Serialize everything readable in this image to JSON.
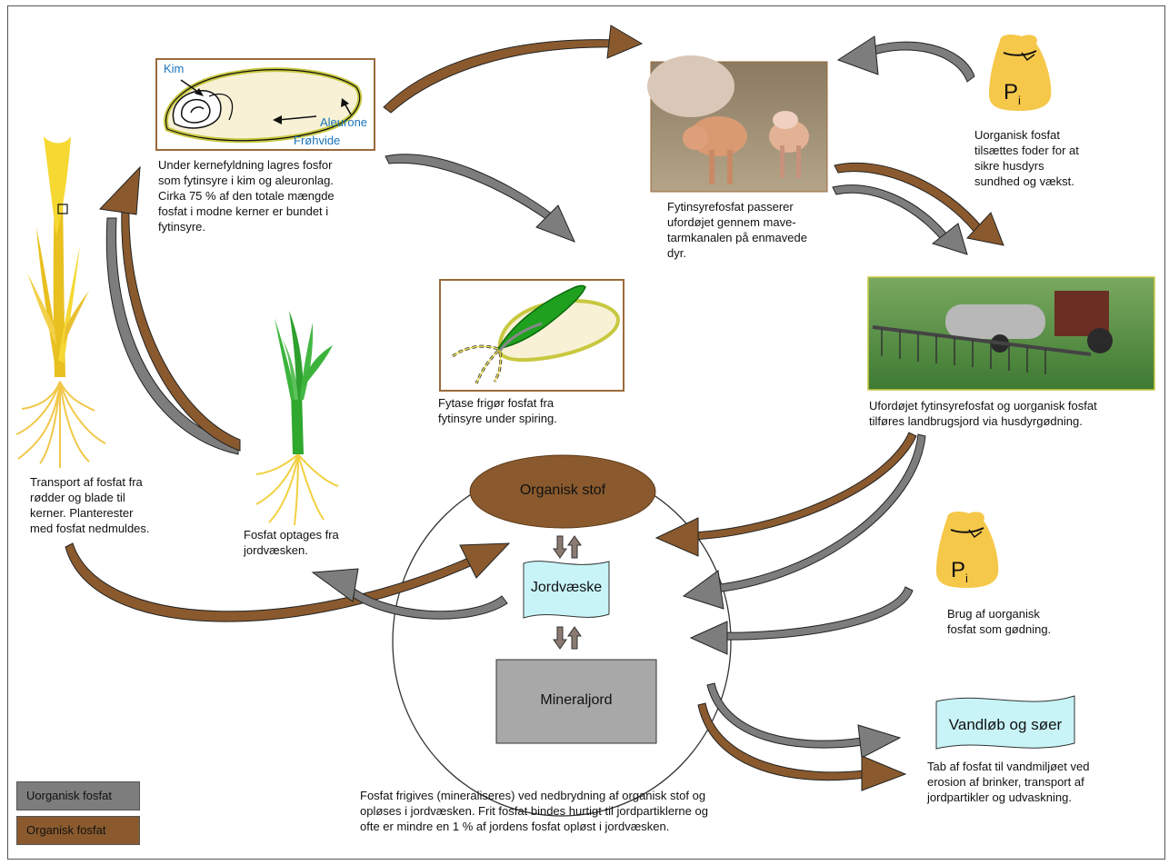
{
  "colors": {
    "inorganic": "#7d7d7d",
    "organic": "#8a5a2e",
    "water_fill": "#c8f4f8",
    "mineral_fill": "#a8a8a8",
    "sack": "#f6c84a",
    "grain_border": "#9a6a3a"
  },
  "grain_labels": {
    "kim": "Kim",
    "aleurone": "Aleurone",
    "frohvide": "Frøhvide"
  },
  "captions": {
    "kernel": "Under kernefyldning lagres fosfor\nsom fytinsyre i kim og aleuronlag.\nCirka 75 % af den totale mængde\nfosfat i modne kerner er bundet i\nfytinsyre.",
    "pigs": "Fytinsyrefosfat passerer\nufordøjet gennem mave-\ntarmkanalen på enmavede\ndyr.",
    "feed_phosphate": "Uorganisk fosfat\ntilsættes foder for at\nsikre husdyrs\nsundhed og vækst.",
    "germination": "Fytase frigør fosfat fra\nfytinsyre under spiring.",
    "manure": "Ufordøjet fytinsyrefosfat og uorganisk fosfat\ntilføres landbrugsjord via husdyrgødning.",
    "transport": "Transport af fosfat fra\nrødder og blade til\nkerner. Planterester\nmed fosfat nedmuldes.",
    "uptake": "Fosfat optages fra\njordvæsken.",
    "fertilizer": "Brug af uorganisk\nfosfat som gødning.",
    "loss": "Tab af fosfat til vandmiljøet ved\nerosion af brinker, transport af\njordpartikler og udvaskning.",
    "mineralisation": "Fosfat frigives (mineraliseres) ved nedbrydning af organisk stof og\nopløses i jordvæsken. Frit fosfat bindes hurtigt til jordpartiklerne og\nofte er mindre en 1 % af jordens fosfat opløst i jordvæsken."
  },
  "soil": {
    "organic": "Organisk stof",
    "water": "Jordvæske",
    "mineral": "Mineraljord"
  },
  "water_body": "Vandløb og søer",
  "sack_label": {
    "p": "P",
    "sub": "i"
  },
  "legend": {
    "inorganic": "Uorganisk fosfat",
    "organic": "Organisk fosfat"
  }
}
